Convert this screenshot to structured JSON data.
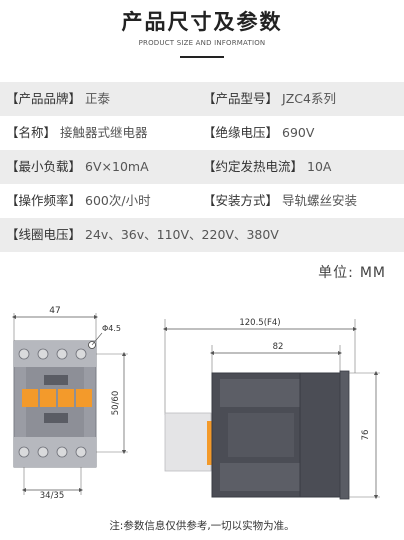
{
  "header": {
    "title": "产品尺寸及参数",
    "subtitle": "PRODUCT SIZE AND INFORMATION"
  },
  "specs": {
    "rows": [
      {
        "left": {
          "label": "【产品品牌】",
          "value": "正泰"
        },
        "right": {
          "label": "【产品型号】",
          "value": "JZC4系列"
        }
      },
      {
        "left": {
          "label": "【名称】",
          "value": "接触器式继电器"
        },
        "right": {
          "label": "【绝缘电压】",
          "value": "690V"
        }
      },
      {
        "left": {
          "label": "【最小负载】",
          "value": "6V×10mA"
        },
        "right": {
          "label": "【约定发热电流】",
          "value": "10A"
        }
      },
      {
        "left": {
          "label": "【操作频率】",
          "value": "600次/小时"
        },
        "right": {
          "label": "【安装方式】",
          "value": "导轨螺丝安装"
        }
      },
      {
        "left": {
          "label": "【线圈电压】",
          "value": "24v、36v、110V、220V、380V"
        }
      }
    ]
  },
  "unit": {
    "label": "单位:",
    "value": "MM"
  },
  "diagram": {
    "front": {
      "width": "47",
      "hole": "Φ4.5",
      "height": "50/60",
      "base": "34/35"
    },
    "side": {
      "total": "120.5(F4)",
      "body": "82",
      "height": "76"
    },
    "colors": {
      "body": "#9a9ca4",
      "accent": "#f39a2b",
      "dark": "#4b4d55",
      "light": "#e4e4e6"
    }
  },
  "note": "注:参数信息仅供参考,一切以实物为准。"
}
